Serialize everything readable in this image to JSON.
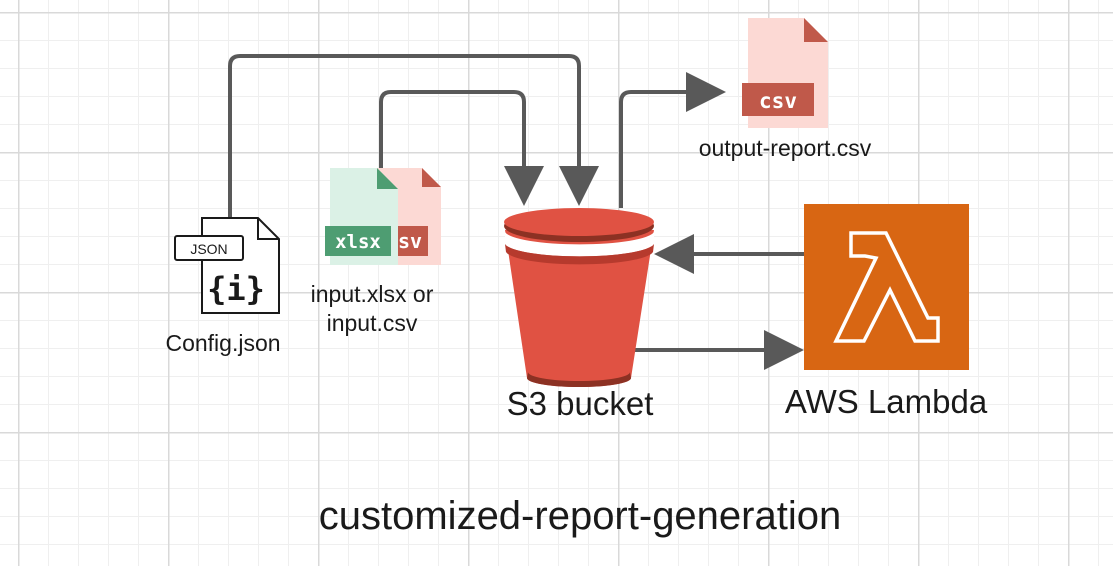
{
  "diagram": {
    "title": "customized-report-generation",
    "nodes": {
      "config": {
        "label": "Config.json",
        "badge": "JSON",
        "glyph": "{i}"
      },
      "input_files": {
        "label": "input.xlsx or input.csv",
        "xlsx_badge": "xlsx",
        "csv_badge_partial": "sv"
      },
      "output_file": {
        "label": "output-report.csv",
        "badge": "csv"
      },
      "s3": {
        "label": "S3 bucket"
      },
      "lambda": {
        "label": "AWS Lambda",
        "glyph": "λ"
      }
    },
    "edges": [
      {
        "from": "Config.json",
        "to": "S3 bucket"
      },
      {
        "from": "input.xlsx or input.csv",
        "to": "S3 bucket"
      },
      {
        "from": "S3 bucket",
        "to": "output-report.csv"
      },
      {
        "from": "AWS Lambda",
        "to": "S3 bucket"
      },
      {
        "from": "S3 bucket",
        "to": "AWS Lambda"
      }
    ],
    "colors": {
      "arrow": "#595959",
      "s3_fill": "#e05243",
      "s3_dark": "#8c3123",
      "lambda_fill": "#d86613",
      "csv_light": "#fcd9d4",
      "csv_dark": "#c0594a",
      "xlsx_light": "#dbf1e6",
      "xlsx_dark": "#4e9d72"
    }
  }
}
